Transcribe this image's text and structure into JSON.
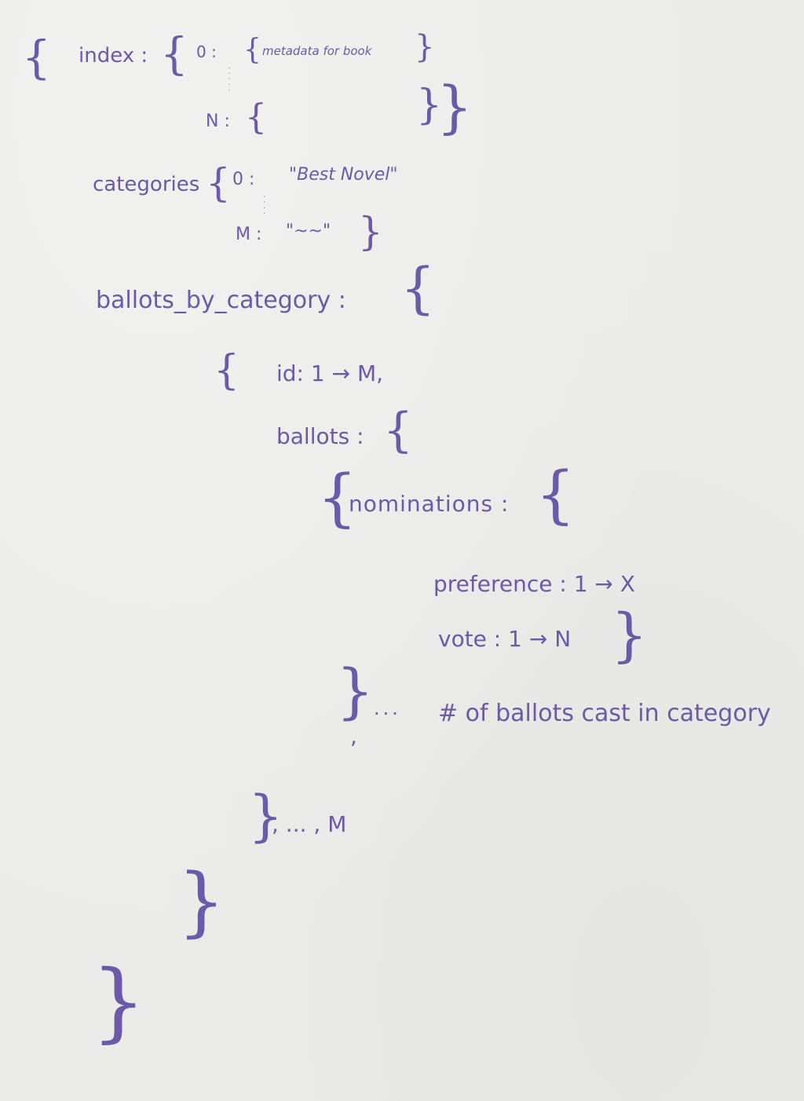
{
  "ink_color": "#6a5aa8",
  "board_color": "#ebebe9",
  "lines": {
    "index_key": "index :",
    "index_zero": "0 :",
    "index_meta": "metadata for book",
    "index_n": "N :",
    "categories_key": "categories",
    "cat_zero": "0 :",
    "cat_zero_value": "\"Best Novel\"",
    "cat_m": "M :",
    "cat_m_value": "\"~~\"",
    "ballots_by_category": "ballots_by_category :",
    "id_line": "id: 1 → M,",
    "ballots_key": "ballots :",
    "nominations_key": "nominations :",
    "preference_line": "preference : 1 → X",
    "vote_line": "vote : 1 → N",
    "ellipsis_ballots": "...",
    "ballots_note": "# of ballots cast in category",
    "ellipsis_categories": ", ... , M"
  },
  "glyphs": {
    "open_brace": "{",
    "close_brace": "}",
    "comma": ","
  }
}
